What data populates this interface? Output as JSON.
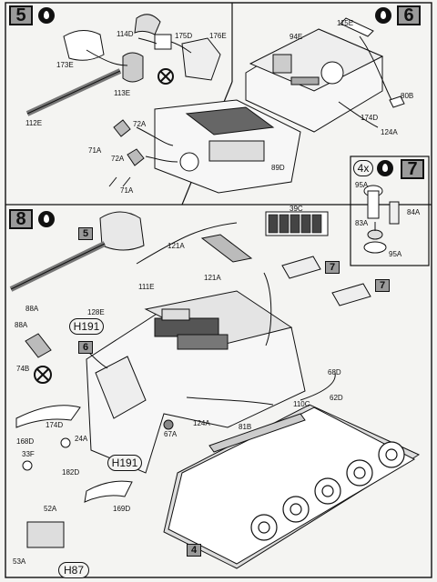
{
  "steps": {
    "s5": {
      "number": "5"
    },
    "s6": {
      "number": "6"
    },
    "s7": {
      "number": "7",
      "multiplier": "4x"
    },
    "s8": {
      "number": "8"
    }
  },
  "refs": {
    "ref5": "5",
    "ref6": "6",
    "ref7a": "7",
    "ref7b": "7",
    "ref4": "4"
  },
  "colors": {
    "h191a": "H191",
    "h191b": "H191",
    "h87": "H87"
  },
  "icons": [
    "glue-drop-icon",
    "no-glue-icon"
  ],
  "labels": {
    "p173E": "173E",
    "p114D": "114D",
    "p175D": "175D",
    "p176E": "176E",
    "p113E": "113E",
    "p112E": "112E",
    "p72A": "72A",
    "p71A": "71A",
    "p72A_2": "72A",
    "p71A_2": "71A",
    "p89D": "89D",
    "p115E": "115E",
    "p94E": "94E",
    "p80B": "80B",
    "p174D": "174D",
    "p124A": "124A",
    "p95A": "95A",
    "p84A": "84A",
    "p83A": "83A",
    "p95A_2": "95A",
    "p39C": "39C",
    "p121A": "121A",
    "p121A_2": "121A",
    "p111E": "111E",
    "p128E": "128E",
    "p88A": "88A",
    "p88A_2": "88A",
    "p74B": "74B",
    "p68D": "68D",
    "p62D": "62D",
    "p110C": "110C",
    "p81B": "81B",
    "p124A_2": "124A",
    "p67A": "67A",
    "p174D_2": "174D",
    "p24A": "24A",
    "p33F": "33F",
    "p168D": "168D",
    "p182D": "182D",
    "p169D": "169D",
    "p52A": "52A",
    "p53A": "53A"
  }
}
